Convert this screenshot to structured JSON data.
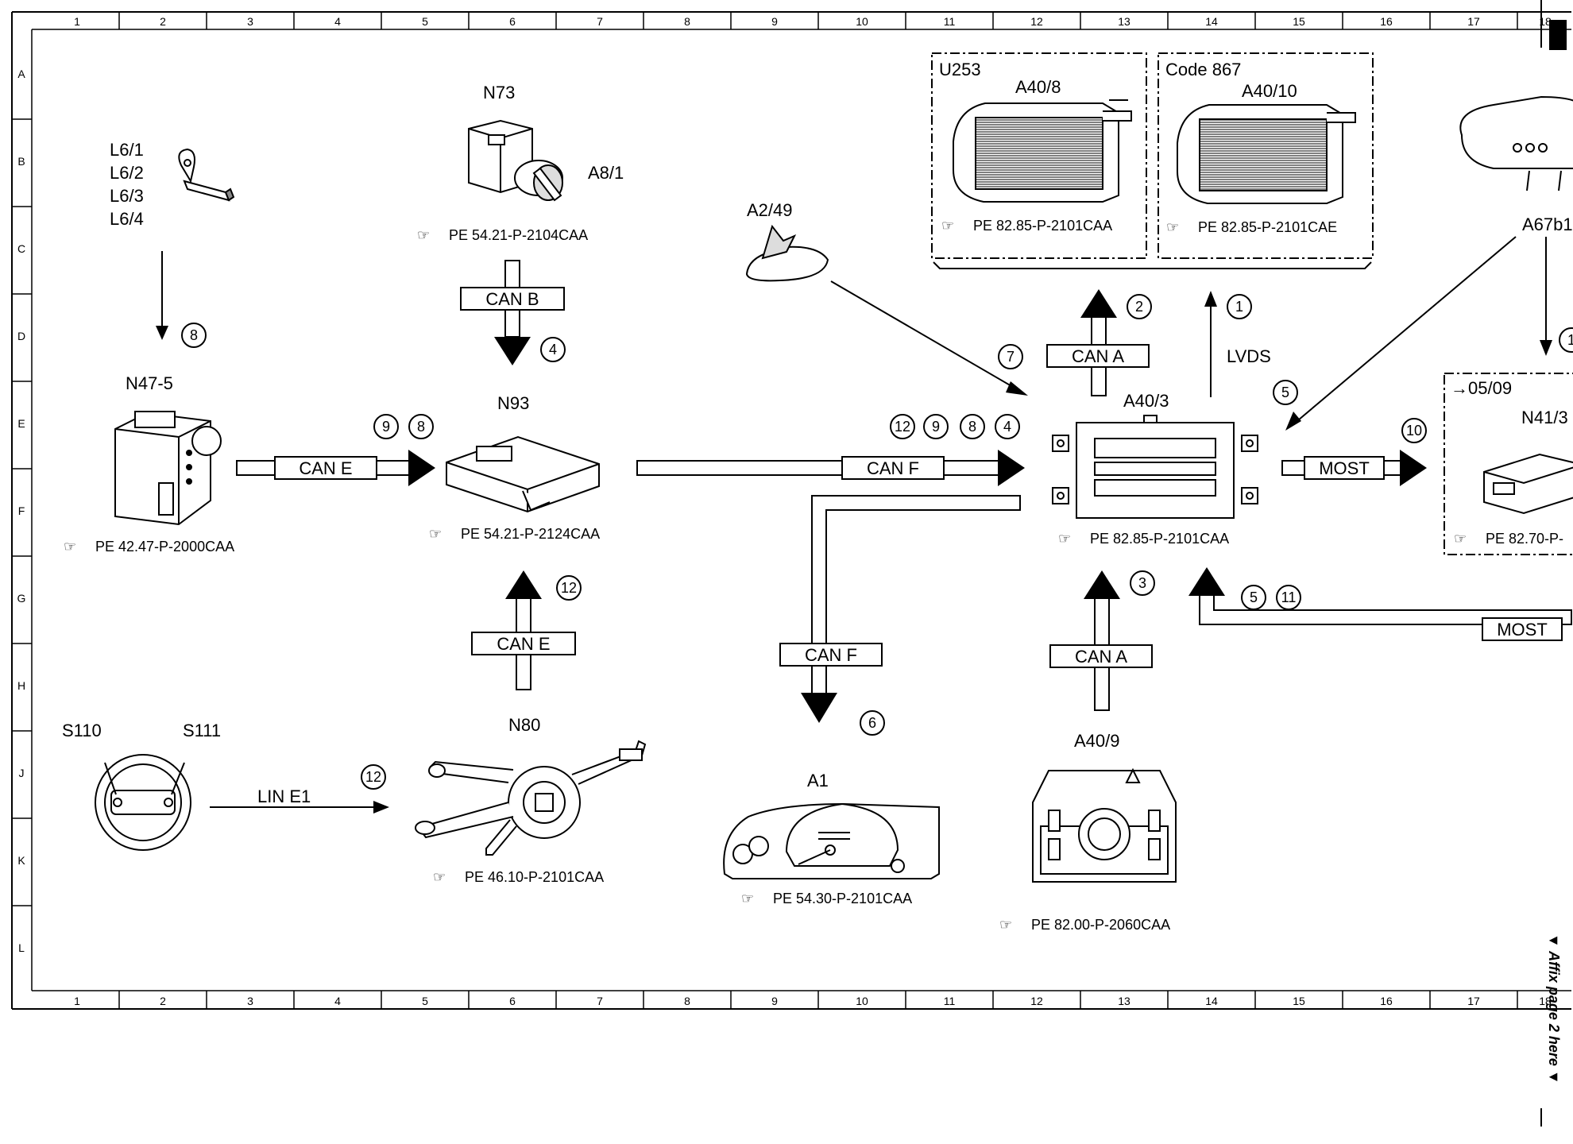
{
  "grid": {
    "columns": [
      "1",
      "2",
      "3",
      "4",
      "5",
      "6",
      "7",
      "8",
      "9",
      "10",
      "11",
      "12",
      "13",
      "14",
      "15",
      "16",
      "17",
      "18"
    ],
    "rows": [
      "A",
      "B",
      "C",
      "D",
      "E",
      "F",
      "G",
      "H",
      "J",
      "K",
      "L"
    ]
  },
  "components": {
    "l6_1": "L6/1",
    "l6_2": "L6/2",
    "l6_3": "L6/3",
    "l6_4": "L6/4",
    "n73": "N73",
    "a8_1": "A8/1",
    "n73_ref": "PE 54.21-P-2104CAA",
    "a2_49": "A2/49",
    "u253": "U253",
    "a40_8": "A40/8",
    "a40_8_ref": "PE 82.85-P-2101CAA",
    "code867": "Code 867",
    "a40_10": "A40/10",
    "a40_10_ref": "PE 82.85-P-2101CAE",
    "a67b1": "A67b1",
    "n47_5": "N47-5",
    "n47_5_ref": "PE 42.47-P-2000CAA",
    "n93": "N93",
    "n93_ref": "PE 54.21-P-2124CAA",
    "a40_3": "A40/3",
    "a40_3_ref": "PE 82.85-P-2101CAA",
    "date": "05/09",
    "n41_3": "N41/3",
    "n41_3_ref": "PE 82.70-P-",
    "s110": "S110",
    "s111": "S111",
    "n80": "N80",
    "n80_ref": "PE 46.10-P-2101CAA",
    "a1": "A1",
    "a1_ref": "PE 54.30-P-2101CAA",
    "a40_9": "A40/9",
    "a40_9_ref": "PE 82.00-P-2060CAA"
  },
  "buses": {
    "can_b": "CAN B",
    "can_e_1": "CAN E",
    "can_e_2": "CAN E",
    "can_f_1": "CAN F",
    "can_f_2": "CAN F",
    "can_a_1": "CAN A",
    "can_a_2": "CAN A",
    "lvds": "LVDS",
    "most_1": "MOST",
    "most_2": "MOST",
    "lin": "LIN E1"
  },
  "signals": {
    "s8_a": "8",
    "s4_a": "4",
    "s9_a": "9",
    "s8_b": "8",
    "s12_a": "12",
    "s9_b": "9",
    "s8_c": "8",
    "s4_b": "4",
    "s7": "7",
    "s2": "2",
    "s1": "1",
    "s5_a": "5",
    "s10": "10",
    "s12_b": "12",
    "s3": "3",
    "s5_b": "5",
    "s11": "11",
    "s6": "6",
    "s12_c": "12",
    "s_cut": "1"
  },
  "side_note": "Affix page 2 here"
}
